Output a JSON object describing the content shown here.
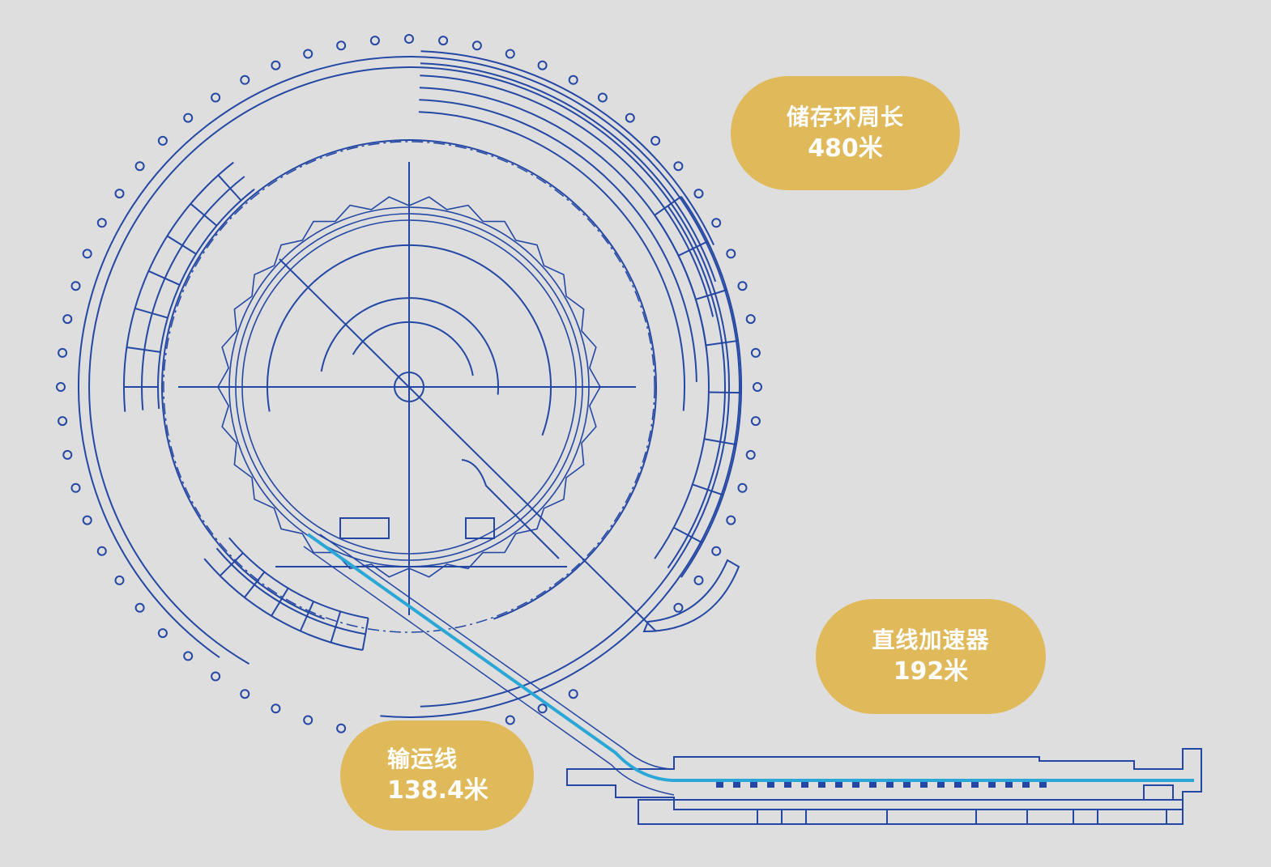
{
  "colors": {
    "background": "#dededf",
    "outline_blue": "#2347a3",
    "beam_cyan": "#2aa7d6",
    "label_gold": "#e0b95a",
    "label_text": "#ffffff"
  },
  "labels": {
    "storage_ring": {
      "name": "储存环周长",
      "value": "480米"
    },
    "linac": {
      "name": "直线加速器",
      "value": "192米"
    },
    "transport_line": {
      "name": "输运线",
      "value": "138.4米"
    }
  }
}
